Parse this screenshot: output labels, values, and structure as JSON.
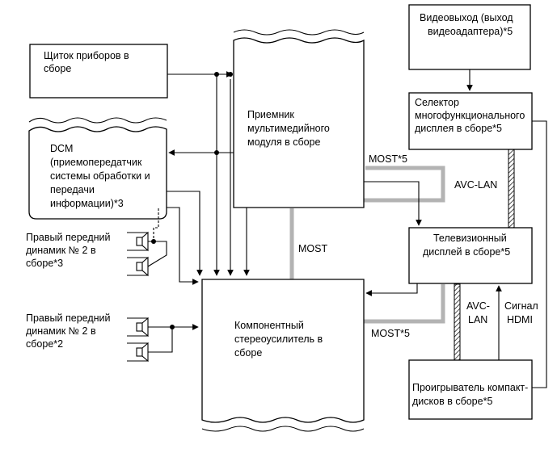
{
  "blocks": {
    "instrument_panel": [
      "Щиток приборов в",
      "сборе"
    ],
    "dcm": [
      "DCM",
      "(приемопередатчик",
      "системы обработки и",
      "передачи",
      "информации)*3"
    ],
    "speaker_top": [
      "Правый передний",
      "динамик № 2 в",
      "сборе*3"
    ],
    "speaker_bottom": [
      "Правый передний",
      "динамик № 2 в",
      "сборе*2"
    ],
    "receiver": [
      "Приемник",
      "мультимедийного",
      "модуля в сборе"
    ],
    "amplifier": [
      "Компонентный",
      "стереоусилитель в",
      "сборе"
    ],
    "video_out": [
      "Видеовыход (выход",
      "видеоадаптера)*5"
    ],
    "selector": [
      "Селектор",
      "многофункционального",
      "дисплея в сборе*5"
    ],
    "tv_display": [
      "Телевизионный",
      "дисплей в сборе*5"
    ],
    "cd_player": [
      "Проигрыватель компакт-",
      "дисков в сборе*5"
    ]
  },
  "labels": {
    "most_top": "MOST*5",
    "most_mid": "MOST",
    "most_bottom": "MOST*5",
    "avc_lan_top": "AVC-LAN",
    "avc_lan_bottom": [
      "AVC-",
      "LAN"
    ],
    "hdmi": [
      "Сигнал",
      "HDMI"
    ]
  }
}
